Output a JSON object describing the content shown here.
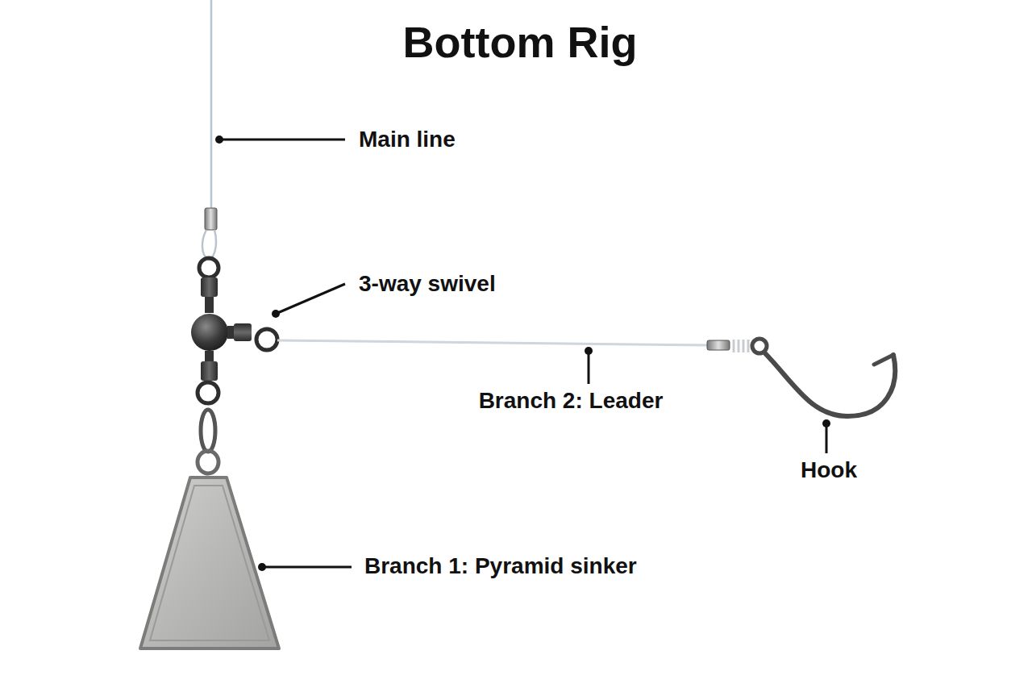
{
  "diagram": {
    "title": "Bottom Rig",
    "labels": [
      "Main line",
      "3-way swivel",
      "Branch 2: Leader",
      "Hook",
      "Branch 1: Pyramid sinker"
    ]
  }
}
